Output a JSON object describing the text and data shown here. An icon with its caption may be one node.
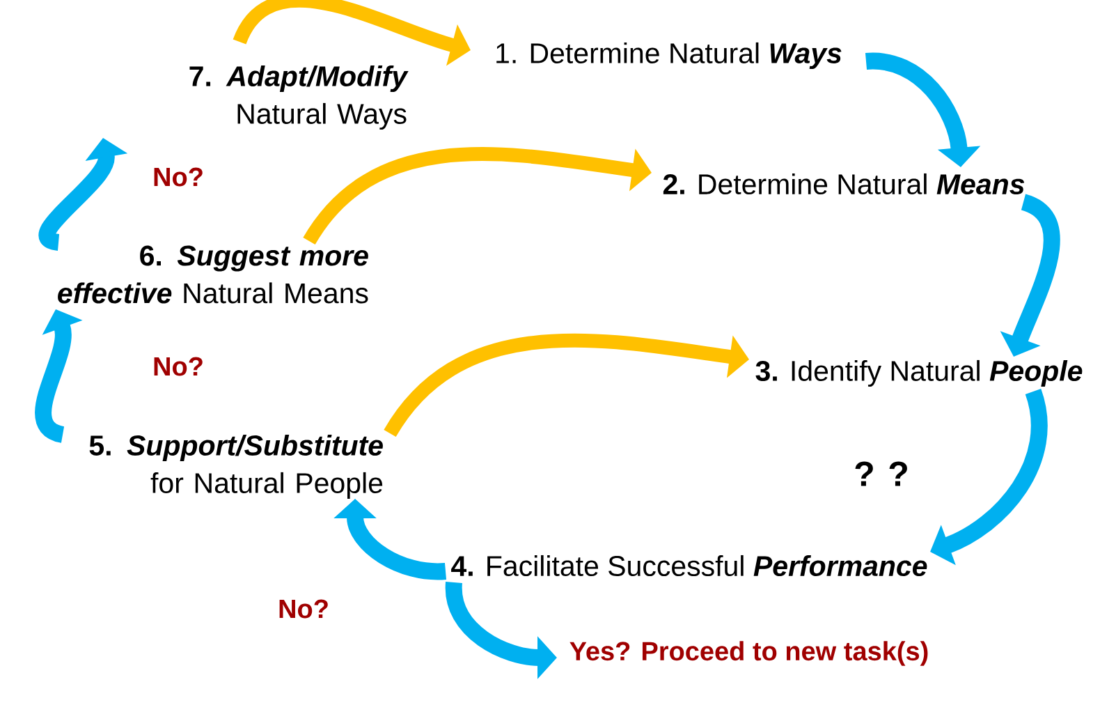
{
  "diagram": {
    "nodes": [
      {
        "text": [
          "1.   Determine Natural *Ways*"
        ]
      },
      {
        "text": [
          "**2.** Determine Natural *Means*"
        ]
      },
      {
        "text": [
          "**3.** Identify Natural *People*"
        ]
      },
      {
        "text": [
          "**4.** Facilitate Successful *Performance*"
        ]
      },
      {
        "text": [
          "**5.** *Support/Substitute* for Natural People"
        ]
      },
      {
        "text": [
          "**6.** *Suggest more effective* Natural Means"
        ]
      },
      {
        "text": [
          "**7.** *Adapt/Modify* Natural Ways"
        ]
      },
      {
        "text": [
          "Yes? Proceed to new task(s)"
        ]
      }
    ],
    "edges": [
      {
        "from": 0,
        "to": 1,
        "arrow": "to"
      },
      {
        "from": 1,
        "to": 2,
        "arrow": "to"
      },
      {
        "from": 2,
        "to": 3,
        "arrow": "to"
      },
      {
        "from": 3,
        "to": 4,
        "arrow": "to"
      },
      {
        "from": 3,
        "to": 7,
        "arrow": "to"
      },
      {
        "from": 4,
        "to": 5,
        "arrow": "to"
      },
      {
        "from": 5,
        "to": 6,
        "arrow": "to"
      },
      {
        "from": 6,
        "to": 0,
        "arrow": "to",
        "color": "#ffc000"
      },
      {
        "from": 5,
        "to": 1,
        "arrow": "to",
        "color": "#ffc000"
      },
      {
        "from": 4,
        "to": 2,
        "arrow": "to",
        "color": "#ffc000"
      }
    ],
    "labels": [
      "No?",
      "No?",
      "? ?",
      "No?"
    ]
  }
}
